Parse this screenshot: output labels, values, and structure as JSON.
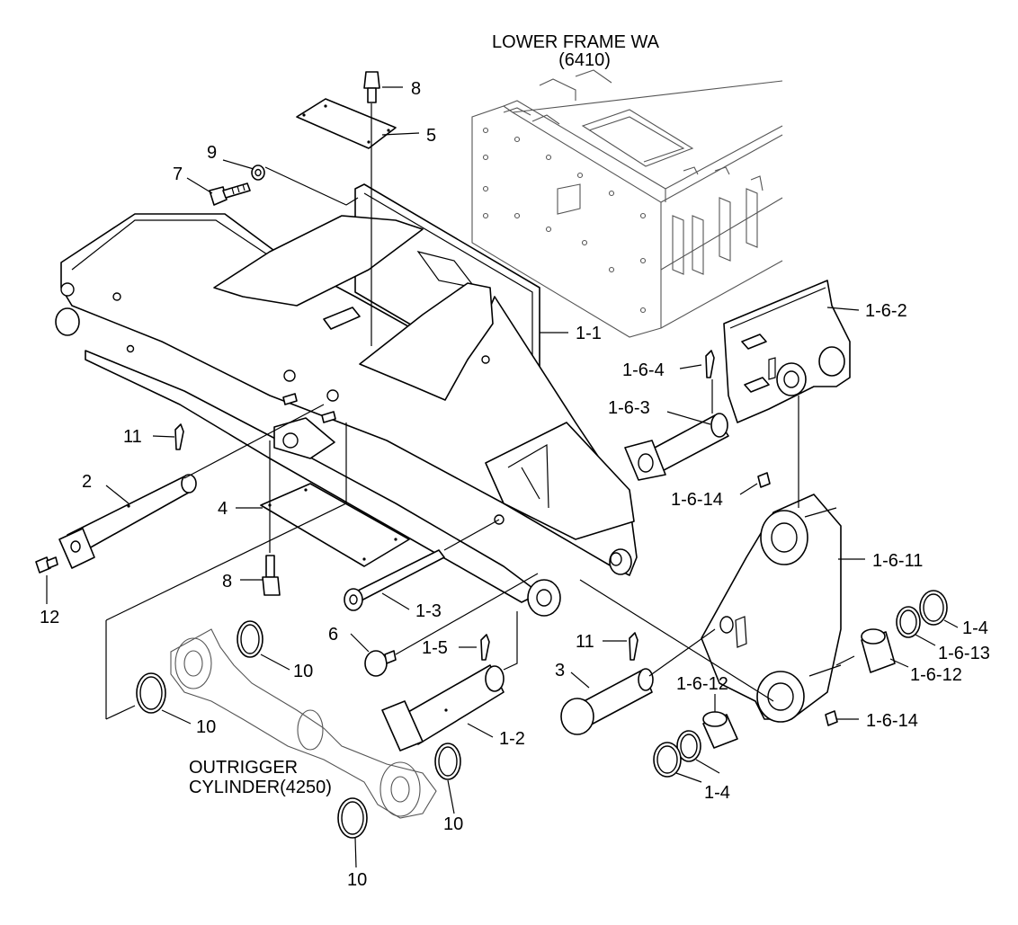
{
  "diagram": {
    "notes": {
      "lower_frame": [
        "LOWER FRAME WA",
        "(6410)"
      ],
      "outrigger_cylinder": [
        "OUTRIGGER",
        "CYLINDER(4250)"
      ]
    },
    "callouts": {
      "c_8_top": "8",
      "c_5": "5",
      "c_9": "9",
      "c_7": "7",
      "c_1_1": "1-1",
      "c_1_6_2": "1-6-2",
      "c_1_6_4": "1-6-4",
      "c_1_6_3": "1-6-3",
      "c_11_left": "11",
      "c_2": "2",
      "c_1_6_14_top": "1-6-14",
      "c_4": "4",
      "c_1_6_11": "1-6-11",
      "c_8_bottom": "8",
      "c_12": "12",
      "c_1_3": "1-3",
      "c_1_4_right": "1-4",
      "c_6": "6",
      "c_1_5": "1-5",
      "c_11_right": "11",
      "c_1_6_13": "1-6-13",
      "c_10_a": "10",
      "c_1_6_12_right": "1-6-12",
      "c_3": "3",
      "c_1_6_12_left": "1-6-12",
      "c_10_b": "10",
      "c_1_6_14_bottom": "1-6-14",
      "c_1_2": "1-2",
      "c_1_4_bottom": "1-4",
      "c_10_c": "10",
      "c_10_d": "10"
    }
  }
}
